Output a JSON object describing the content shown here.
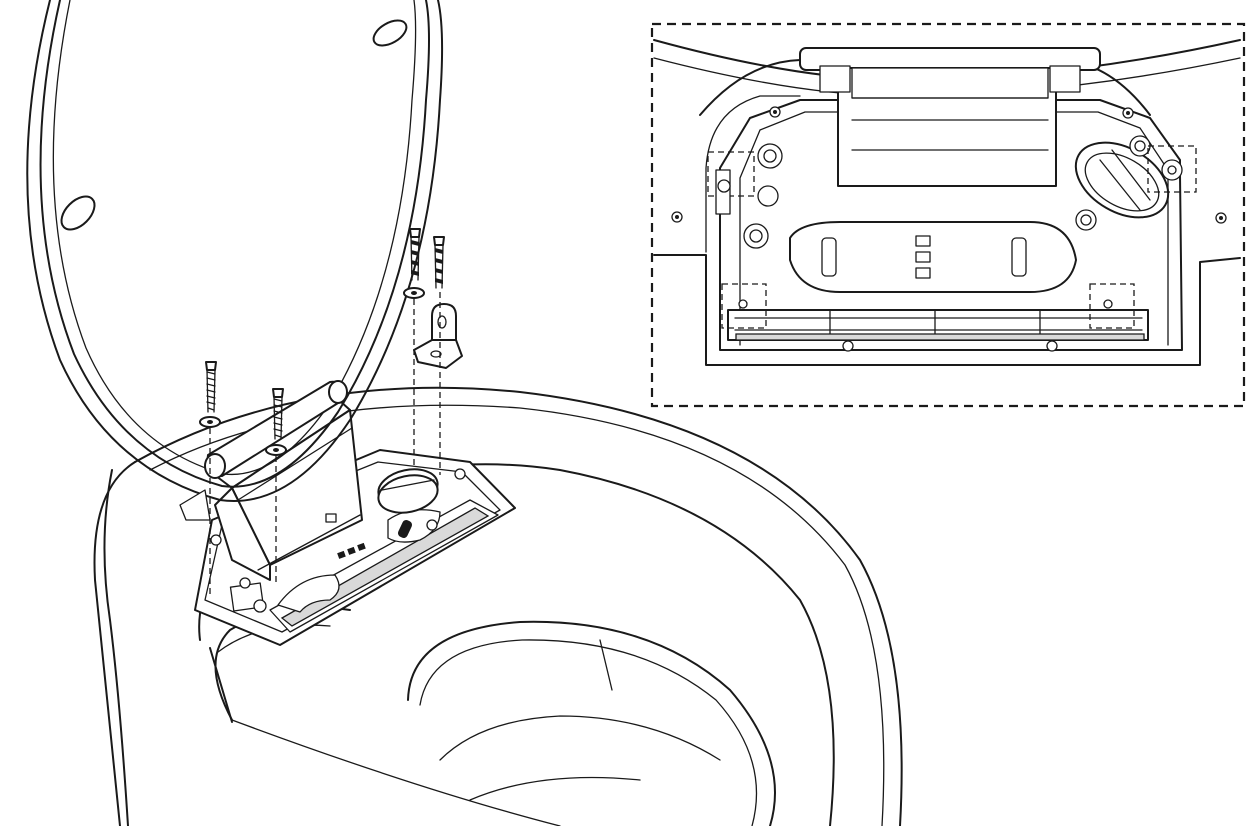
{
  "figure": {
    "kind": "installation-diagram",
    "subject": "toilet-seat-hinge-assembly"
  },
  "main_view": {
    "screws": [
      "screw-left-1",
      "screw-left-2",
      "screw-right-1",
      "screw-right-2"
    ],
    "washers": 3,
    "bracket": "l-bracket"
  },
  "detail_view": {
    "highlighted_mount_points": 4,
    "fasteners": 4
  },
  "colors": {
    "line": "#1a1a1a",
    "fill": "#ffffff",
    "shade": "#d9d9d9"
  }
}
